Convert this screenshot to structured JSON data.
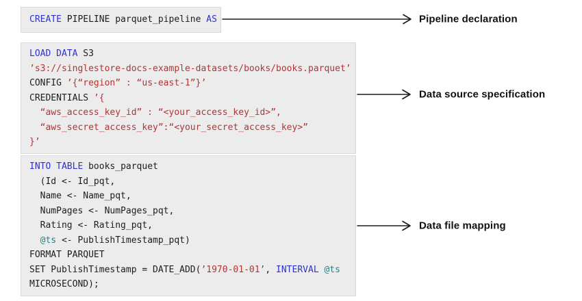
{
  "colors": {
    "page_bg": "#ffffff",
    "block_bg": "#ececec",
    "block_border": "#d9d9d9",
    "keyword": "#2d32cc",
    "string": "#b03535",
    "variable": "#2a8080",
    "plain": "#1d1d1f",
    "arrow": "#1a1a1a",
    "label": "#111111"
  },
  "blocks": [
    {
      "id": "pipeline-declaration",
      "label": "Pipeline declaration",
      "lines": [
        [
          {
            "t": "CREATE",
            "c": "kw"
          },
          {
            "t": " PIPELINE parquet_pipeline ",
            "c": "plain"
          },
          {
            "t": "AS",
            "c": "kw"
          }
        ]
      ]
    },
    {
      "id": "data-source-specification",
      "label": "Data source specification",
      "lines": [
        [
          {
            "t": "LOAD DATA",
            "c": "kw"
          },
          {
            "t": " S3",
            "c": "plain"
          }
        ],
        [
          {
            "t": "’s3://singlestore-docs-example-datasets/books/books.parquet’",
            "c": "str"
          }
        ],
        [
          {
            "t": "CONFIG ",
            "c": "plain"
          },
          {
            "t": "’{“region” : “us-east-1”}’",
            "c": "str"
          }
        ],
        [
          {
            "t": "CREDENTIALS ",
            "c": "plain"
          },
          {
            "t": "’{",
            "c": "str"
          }
        ],
        [
          {
            "t": "  “aws_access_key_id” : “<your_access_key_id>”,",
            "c": "str"
          }
        ],
        [
          {
            "t": "  “aws_secret_access_key”:“<your_secret_access_key>”",
            "c": "str"
          }
        ],
        [
          {
            "t": "}’",
            "c": "str"
          }
        ]
      ]
    },
    {
      "id": "data-file-mapping",
      "label": "Data file mapping",
      "lines": [
        [
          {
            "t": "INTO TABLE",
            "c": "kw"
          },
          {
            "t": " books_parquet",
            "c": "plain"
          }
        ],
        [
          {
            "t": "  (Id <- Id_pqt,",
            "c": "plain"
          }
        ],
        [
          {
            "t": "  Name <- Name_pqt,",
            "c": "plain"
          }
        ],
        [
          {
            "t": "  NumPages <- NumPages_pqt,",
            "c": "plain"
          }
        ],
        [
          {
            "t": "  Rating <- Rating_pqt,",
            "c": "plain"
          }
        ],
        [
          {
            "t": "  ",
            "c": "plain"
          },
          {
            "t": "@ts",
            "c": "var"
          },
          {
            "t": " <- PublishTimestamp_pqt)",
            "c": "plain"
          }
        ],
        [
          {
            "t": "FORMAT PARQUET",
            "c": "plain"
          }
        ],
        [
          {
            "t": "SET PublishTimestamp = DATE_ADD(",
            "c": "plain"
          },
          {
            "t": "’1970-01-01’",
            "c": "str"
          },
          {
            "t": ", ",
            "c": "plain"
          },
          {
            "t": "INTERVAL",
            "c": "kw"
          },
          {
            "t": " ",
            "c": "plain"
          },
          {
            "t": "@ts",
            "c": "var"
          }
        ],
        [
          {
            "t": "MICROSECOND);",
            "c": "plain"
          }
        ]
      ]
    }
  ]
}
